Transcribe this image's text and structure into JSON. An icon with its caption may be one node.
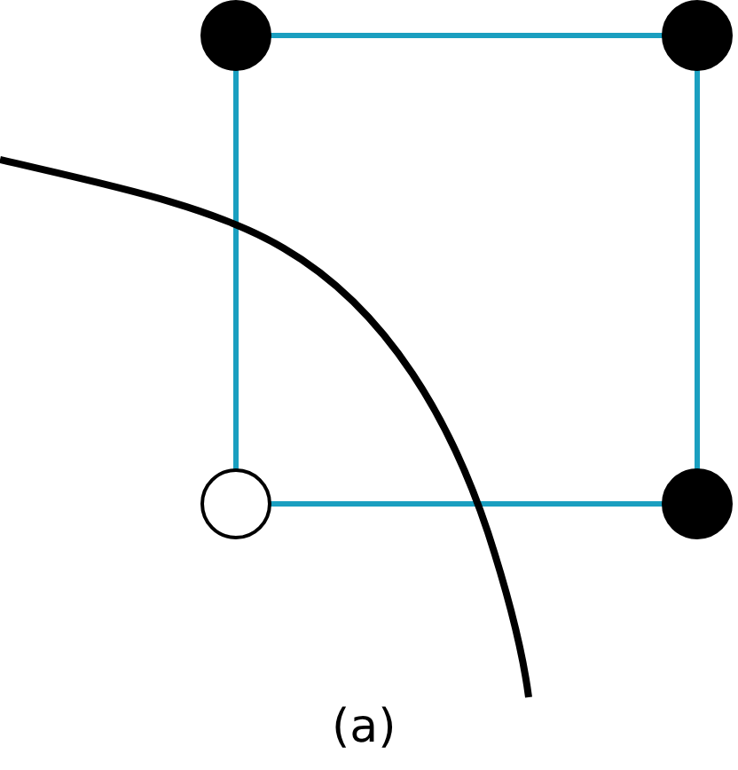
{
  "diagram": {
    "nodes": [
      {
        "text": [],
        "shape": "dot"
      },
      {
        "text": [],
        "shape": "dot"
      },
      {
        "text": [],
        "shape": "circle"
      },
      {
        "text": [],
        "shape": "dot"
      }
    ],
    "edges": [
      {
        "from": 0,
        "to": 1,
        "arrow": "none"
      },
      {
        "from": 0,
        "to": 2,
        "arrow": "none"
      },
      {
        "from": 1,
        "to": 3,
        "arrow": "none"
      },
      {
        "from": 2,
        "to": 3,
        "arrow": "none"
      }
    ],
    "labels": [
      "(a)"
    ]
  }
}
